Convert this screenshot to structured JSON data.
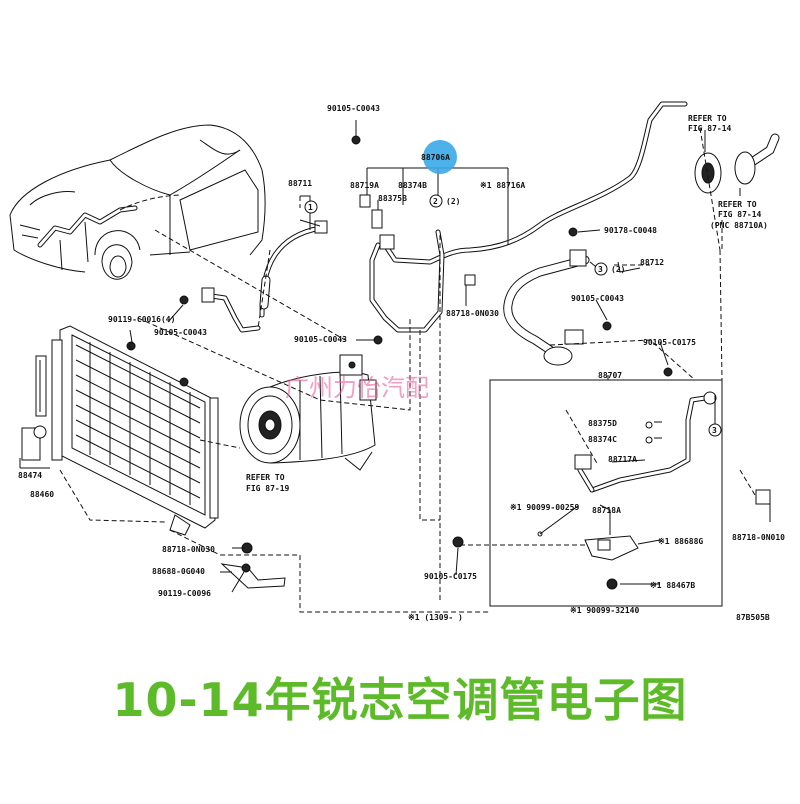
{
  "colors": {
    "caption": "#5dbb2a",
    "watermark": "#e8609a",
    "highlight": "#3aa8e8",
    "ink": "#111111"
  },
  "labels": {
    "p90105_c0043_top": "90105-C0043",
    "p88706a": "88706A",
    "p88711": "88711",
    "p88719a": "88719A",
    "p88374b": "88374B",
    "p88716a": "※1 88716A",
    "p88375b": "88375B",
    "p90178_c0048": "90178-C0048",
    "p88712": "88712",
    "p88718_0n030_a": "88718-0N030",
    "p90105_c0043_r": "90105-C0043",
    "p90119_c0016": "90119-C0016(4)",
    "p90105_c0043_l": "90105-C0043",
    "p90105_c0043_m": "90105-C0043",
    "p90105_c0175_r": "90105-C0175",
    "p88707": "88707",
    "p88375d": "88375D",
    "p88374c": "88374C",
    "p88717a": "88717A",
    "p88474": "88474",
    "p88460": "88460",
    "p90099_00259": "※1 90099-00259",
    "p88718a": "88718A",
    "p88688g": "※1 88688G",
    "p88718_0n030_b": "88718-0N030",
    "p88718_0n010": "88718-0N010",
    "p88688_0g040": "88688-0G040",
    "p90119_c0096": "90119-C0096",
    "p90105_c0175_b": "90105-C0175",
    "p88467b": "※1 88467B",
    "p90099_32140": "※1 90099-32140",
    "p_1309": "※1 (1309-    )",
    "refer_87_19": [
      "REFER TO",
      "FIG 87-19"
    ],
    "refer_87_14_top": [
      "REFER TO",
      "FIG 87-14"
    ],
    "refer_87_14_bottom": [
      "REFER TO",
      "FIG 87-14",
      "(PNC 88710A)"
    ],
    "fig_id": "87B505B",
    "callout_1": "1",
    "callout_2": "2",
    "callout_2b": "(2)",
    "callout_3": "3",
    "callout_3b": "(2)"
  },
  "watermark": "广州力怡汽配",
  "caption": "10-14年锐志空调管电子图"
}
